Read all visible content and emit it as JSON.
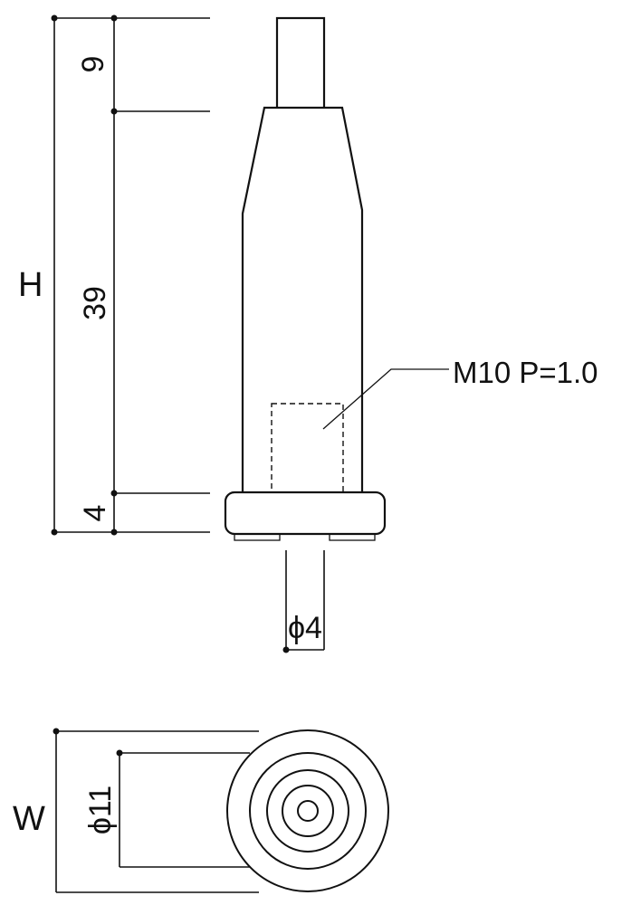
{
  "dimensions": {
    "overall_height_label": "H",
    "top_section": "9",
    "middle_section": "39",
    "base_section": "4",
    "pin_diameter": "ϕ4",
    "base_diameter": "ϕ11",
    "width_label": "W"
  },
  "thread_spec": "M10 P=1.0",
  "colors": {
    "line": "#111111",
    "background": "#ffffff"
  }
}
